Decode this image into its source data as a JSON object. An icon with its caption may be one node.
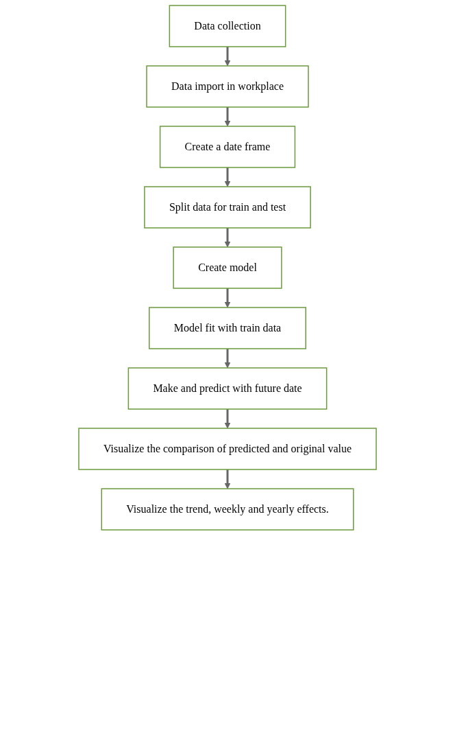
{
  "diagram": {
    "nodes": [
      {
        "text": [
          "Data collection"
        ]
      },
      {
        "text": [
          "Data import in workplace"
        ]
      },
      {
        "text": [
          "Create a date frame"
        ]
      },
      {
        "text": [
          "Split  data for train and test"
        ]
      },
      {
        "text": [
          "Create model"
        ]
      },
      {
        "text": [
          "Model fit with train data"
        ]
      },
      {
        "text": [
          "Make and predict with future date"
        ]
      },
      {
        "text": [
          "Visualize the comparison of predicted and original value"
        ]
      },
      {
        "text": [
          "Visualize the trend, weekly and yearly effects."
        ]
      }
    ],
    "edges": [
      {
        "from": 0,
        "to": 1,
        "arrow": "to"
      },
      {
        "from": 1,
        "to": 2,
        "arrow": "to"
      },
      {
        "from": 2,
        "to": 3,
        "arrow": "to"
      },
      {
        "from": 3,
        "to": 4,
        "arrow": "to"
      },
      {
        "from": 4,
        "to": 5,
        "arrow": "to"
      },
      {
        "from": 5,
        "to": 6,
        "arrow": "to"
      },
      {
        "from": 6,
        "to": 7,
        "arrow": "to"
      },
      {
        "from": 7,
        "to": 8,
        "arrow": "to"
      }
    ]
  }
}
